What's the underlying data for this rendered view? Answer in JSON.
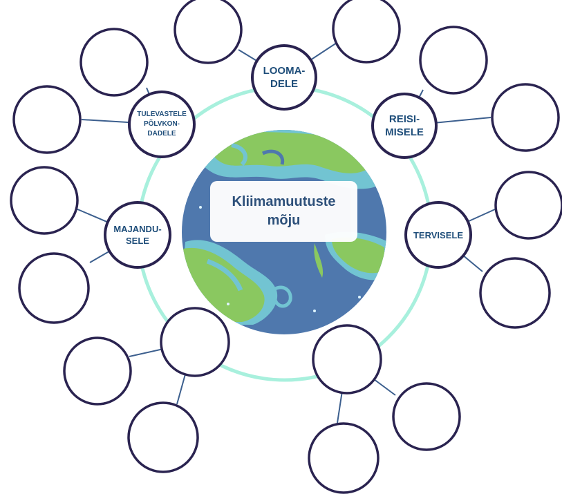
{
  "center": {
    "title": "Kliimamuutuste\nmõju"
  },
  "topics": [
    {
      "id": "loomadele",
      "label": "LOOMA-\nDELE"
    },
    {
      "id": "reisimisele",
      "label": "REISI-\nMISELE"
    },
    {
      "id": "tervisele",
      "label": "TERVISELE"
    },
    {
      "id": "majandusele",
      "label": "MAJANDU-\nSELE"
    },
    {
      "id": "tulevastele",
      "label": "TULEVASTELE\nPÕLVKON-\nDADELE"
    }
  ],
  "colors": {
    "node_border": "#2a2350",
    "link": "#3c5f8e",
    "orbit_ring": "#a8f0dd",
    "label_text": "#1f4e7a",
    "title_text": "#2c4f78",
    "globe_ocean": "#4f78ad",
    "globe_land": "#8ac860",
    "globe_shallow": "#72c4d2"
  }
}
